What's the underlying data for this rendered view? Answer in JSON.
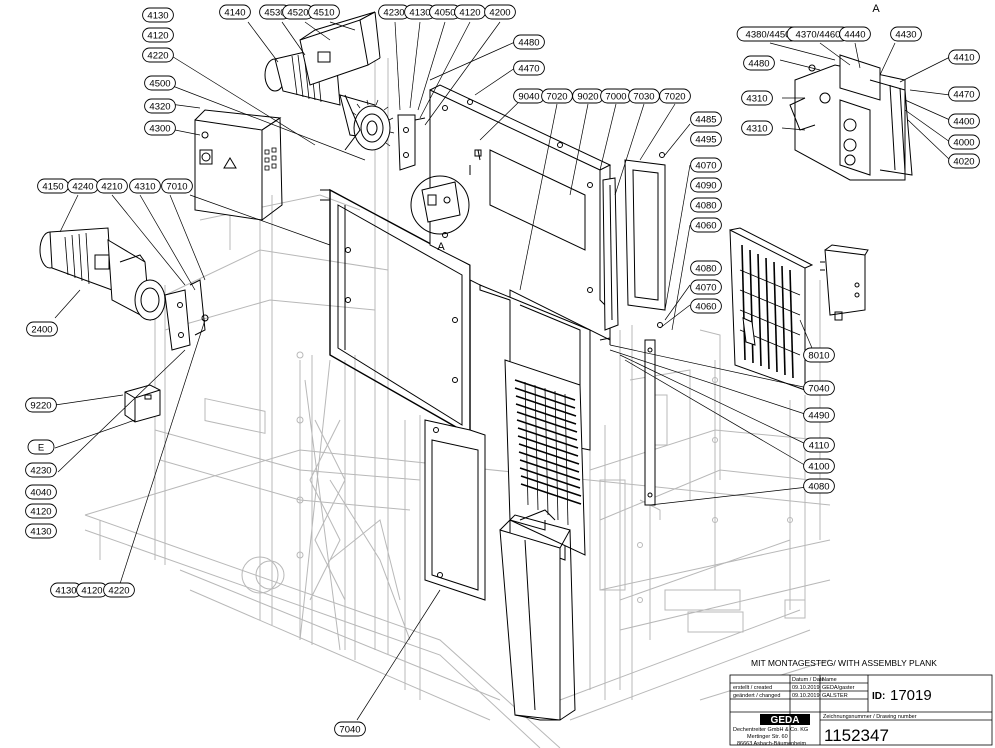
{
  "detail": {
    "view_letter": "A",
    "callout_letter": "A"
  },
  "labels": [
    "4130",
    "4120",
    "4220",
    "4500",
    "4320",
    "4300",
    "4140",
    "4530",
    "4520",
    "4510",
    "4230",
    "4130",
    "4050",
    "4120",
    "4200",
    "4480",
    "4470",
    "9040",
    "7020",
    "9020",
    "7000",
    "7030",
    "7020",
    "4485",
    "4495",
    "4070",
    "4090",
    "4080",
    "4060",
    "4080",
    "4070",
    "4060",
    "4150",
    "4240",
    "4210",
    "4310",
    "7010",
    "2400",
    "9220",
    "E",
    "4230",
    "4040",
    "4120",
    "4130",
    "4130",
    "4120",
    "4220",
    "8010",
    "7040",
    "4490",
    "4110",
    "4100",
    "4080",
    "7040",
    "4380/4450",
    "4370/4460",
    "4440",
    "4430",
    "4480",
    "4410",
    "4310",
    "4470",
    "4310",
    "4400",
    "4000",
    "4020"
  ],
  "title_block": {
    "caption": "MIT MONTAGESTEG/ WITH ASSEMBLY PLANK",
    "header_datum": "Datum / Date",
    "header_name": "Name",
    "row1_label": "erstellt / created",
    "row1_date": "09.10.2019",
    "row1_name": "GEDA/gaster",
    "row2_label": "geändert / changed",
    "row2_date": "09.10.2019",
    "row2_name": "GALSTER",
    "id_label": "ID:",
    "id_value": "17019",
    "drawing_no_label": "Zeichnungsnummer / Drawing number",
    "drawing_no": "1152347",
    "logo_text": "GEDA",
    "company": "Dechentreiter GmbH & Co. KG",
    "street": "Mertinger Str. 60",
    "city": "86663 Asbach-Bäumenheim"
  },
  "colors": {
    "line": "#000000",
    "ghost": "#b8b8b8",
    "background": "#ffffff"
  }
}
